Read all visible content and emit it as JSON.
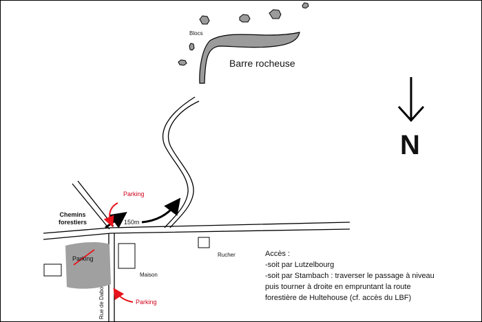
{
  "map": {
    "labels": {
      "blocs": "Blocs",
      "cliff": "Barre rocheuse",
      "paths": [
        "Chemins",
        "forestiers"
      ],
      "distance": "150m",
      "parking_top": "Parking",
      "parking_bottom": "Parking",
      "parking_closed": "Parking",
      "house": "Maison",
      "apiary": "Rucher",
      "road": "Rue de Dabo",
      "north": "N"
    },
    "access_note": {
      "heading": "Accès :",
      "lines": [
        "-soit par Lutzelbourg",
        "-soit par Stambach : traverser le passage à niveau",
        "puis tourner à droite en empruntant la route",
        "forestière de Hultehouse (cf. accès du LBF)"
      ]
    },
    "colors": {
      "rock": "#9b9b9b",
      "parking_area": "#a0a0a0",
      "warning_red": "#e8141b",
      "ink": "#000000"
    }
  }
}
